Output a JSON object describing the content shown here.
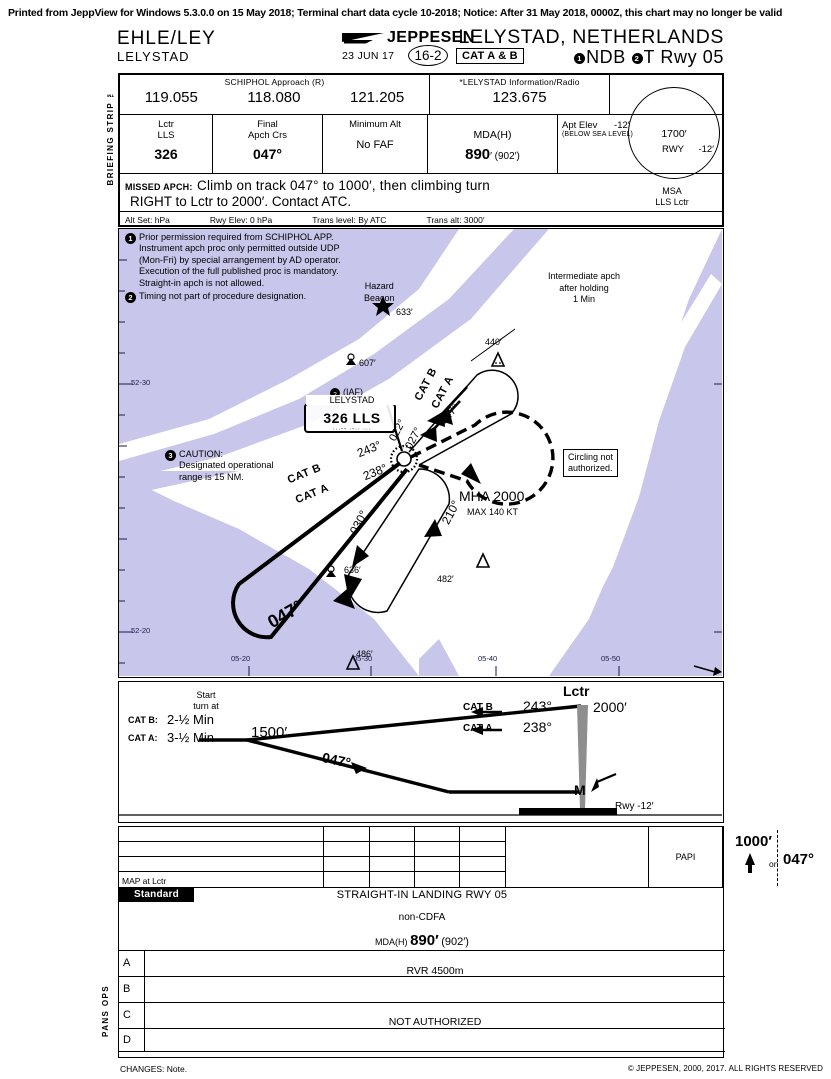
{
  "print_notice": "Printed from JeppView for Windows 5.3.0.0 on 15 May 2018; Terminal chart data cycle 10-2018; Notice: After 31 May 2018, 0000Z, this chart may no longer be valid",
  "header": {
    "icao_iata": "EHLE/LEY",
    "airport_name_small": "LELYSTAD",
    "brand": "JEPPESEN",
    "effective_date": "23 JUN 17",
    "chart_index": "16-2",
    "cat_box": "CAT A & B",
    "city_country": "LELYSTAD, NETHERLANDS",
    "procedure_title": "NDB",
    "procedure_title2": "T Rwy 05",
    "note_ref_1": "1",
    "note_ref_2": "2"
  },
  "side_labels": {
    "briefing_strip": "BRIEFING STRIP ™",
    "pans_ops": "PANS OPS"
  },
  "briefing": {
    "comm_left_title": "SCHIPHOL Approach (R)",
    "comm_left_freqs": [
      "119.055",
      "118.080",
      "121.205"
    ],
    "comm_right_title": "*LELYSTAD Information/Radio",
    "comm_right_freq": "123.675",
    "lctr_label1": "Lctr",
    "lctr_label2": "LLS",
    "lctr_value": "326",
    "final_label1": "Final",
    "final_label2": "Apch Crs",
    "final_value": "047°",
    "minalt_label": "Minimum Alt",
    "minalt_value": "No FAF",
    "mda_label": "MDA(H)",
    "mda_value": "890",
    "mda_unit": "′",
    "mda_paren": "(902′)",
    "apt_elev_label": "Apt Elev",
    "apt_elev_value": "-12′",
    "apt_elev_note": "(BELOW SEA LEVEL)",
    "rwy_label": "RWY",
    "rwy_value": "-12′",
    "missed_label": "MISSED APCH:",
    "missed_line1": "Climb on track 047° to 1000′, then climbing turn",
    "missed_line2": "RIGHT to Lctr to 2000′. Contact ATC.",
    "alt_set": "Alt Set: hPa",
    "rwy_elev": "Rwy Elev: 0 hPa",
    "trans_level": "Trans level: By ATC",
    "trans_alt": "Trans alt: 3000′"
  },
  "msa": {
    "altitude": "1700′",
    "caption_line1": "MSA",
    "caption_line2": "LLS Lctr"
  },
  "plan": {
    "notes": [
      {
        "num": "1",
        "lines": [
          "Prior permission required from SCHIPHOL APP.",
          "Instrument apch proc only permitted outside UDP",
          "(Mon-Fri) by special arrangement by AD operator.",
          "Execution of the full published proc is mandatory.",
          "Straight-in apch is not allowed."
        ]
      },
      {
        "num": "2",
        "lines": [
          "Timing not part of procedure designation."
        ]
      }
    ],
    "caution": {
      "num": "3",
      "title": "CAUTION:",
      "line1": "Designated operational",
      "line2": "range is 15 NM."
    },
    "ndb": {
      "iaf": "(IAF)",
      "iaf_num": "2",
      "name": "LELYSTAD",
      "ident": "326 LLS",
      "morse": "···-- ·-·· ···"
    },
    "hazard_beacon": {
      "l1": "Hazard",
      "l2": "Beacon",
      "elev": "633′"
    },
    "intermediate": {
      "l1": "Intermediate apch",
      "l2": "after holding",
      "l3": "1 Min"
    },
    "circling": {
      "l1": "Circling not",
      "l2": "authorized."
    },
    "mha": {
      "l1": "MHA 2000",
      "l2": "MAX 140 KT"
    },
    "spot_elevs": [
      "607′",
      "440′",
      "636′",
      "482′",
      "486′"
    ],
    "courses": {
      "c022": "022°",
      "c027": "027°",
      "c047a": "047°",
      "c047b": "047°",
      "c243": "243°",
      "c238": "238°",
      "c030": "030°",
      "c210": "210°"
    },
    "cat_labels": {
      "catb_ne": "CAT B",
      "cata_ne": "CAT A",
      "catb_sw": "CAT B",
      "cata_sw": "CAT A"
    },
    "grid_lat": [
      "52-30",
      "52-20"
    ],
    "grid_lon": [
      "05-20",
      "05-30",
      "05-40",
      "05-50"
    ]
  },
  "profile": {
    "start_turn_l1": "Start",
    "start_turn_l2": "turn at",
    "catb_time_lbl": "CAT B:",
    "catb_time": "2-½ Min",
    "cata_time_lbl": "CAT A:",
    "cata_time": "3-½ Min",
    "alt_1500": "1500′",
    "course_047": "047°",
    "catb_lbl": "CAT B",
    "catb_crs": "243°",
    "cata_lbl": "CAT A",
    "cata_crs": "238°",
    "lctr_lbl": "Lctr",
    "alt_2000": "2000′",
    "map_marker": "M",
    "rwy_elev": "Rwy -12′"
  },
  "timing_table": {
    "map_at": "MAP at Lctr",
    "papi": "PAPI",
    "vas_alt": "1000′",
    "vas_on": "on",
    "vas_course": "047°"
  },
  "minimums": {
    "standard_tag": "Standard",
    "title": "STRAIGHT-IN LANDING RWY 05",
    "cdfa": "non-CDFA",
    "mda_label": "MDA(H)",
    "mda_value": "890′",
    "mda_paren": "(902′)",
    "rows": [
      {
        "cat": "A",
        "text": ""
      },
      {
        "cat": "B",
        "text": "RVR   4500m"
      },
      {
        "cat": "C",
        "text": ""
      },
      {
        "cat": "D",
        "text": "NOT AUTHORIZED"
      }
    ],
    "rvr_text": "RVR   4500m",
    "not_auth_text": "NOT AUTHORIZED"
  },
  "footer": {
    "changes": "CHANGES:  Note.",
    "copyright": "© JEPPESEN, 2000, 2017. ALL RIGHTS RESERVED"
  },
  "colors": {
    "water": "#c8c6ea",
    "ink": "#000000",
    "grid": "#1a1a4a"
  }
}
